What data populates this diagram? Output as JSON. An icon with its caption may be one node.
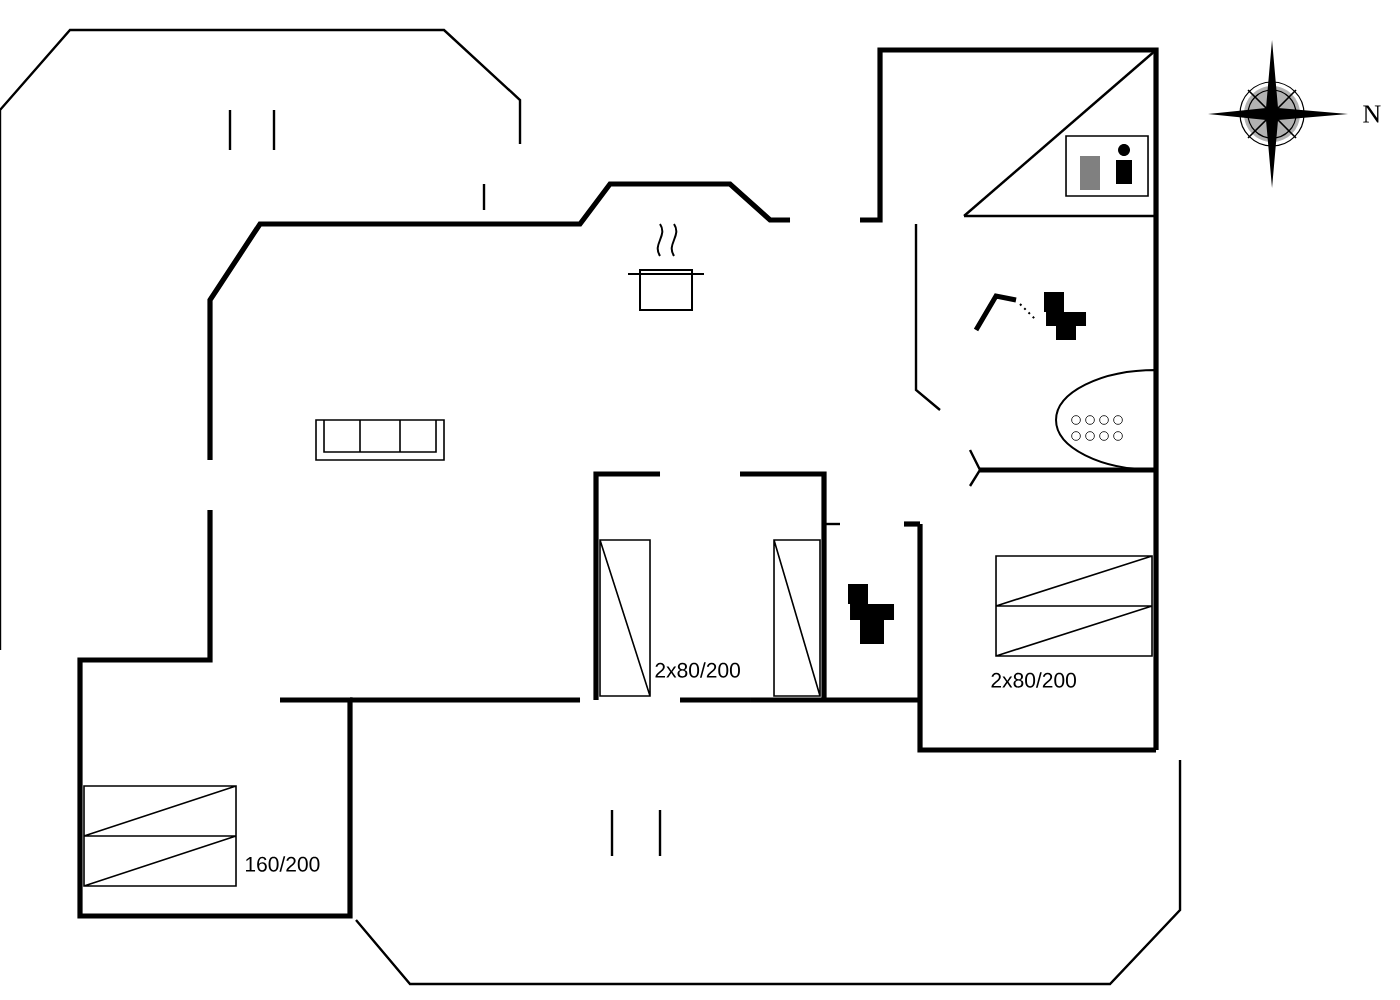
{
  "diagram": {
    "labels": [
      "N",
      "2x80/200",
      "2x80/200",
      "160/200"
    ]
  }
}
